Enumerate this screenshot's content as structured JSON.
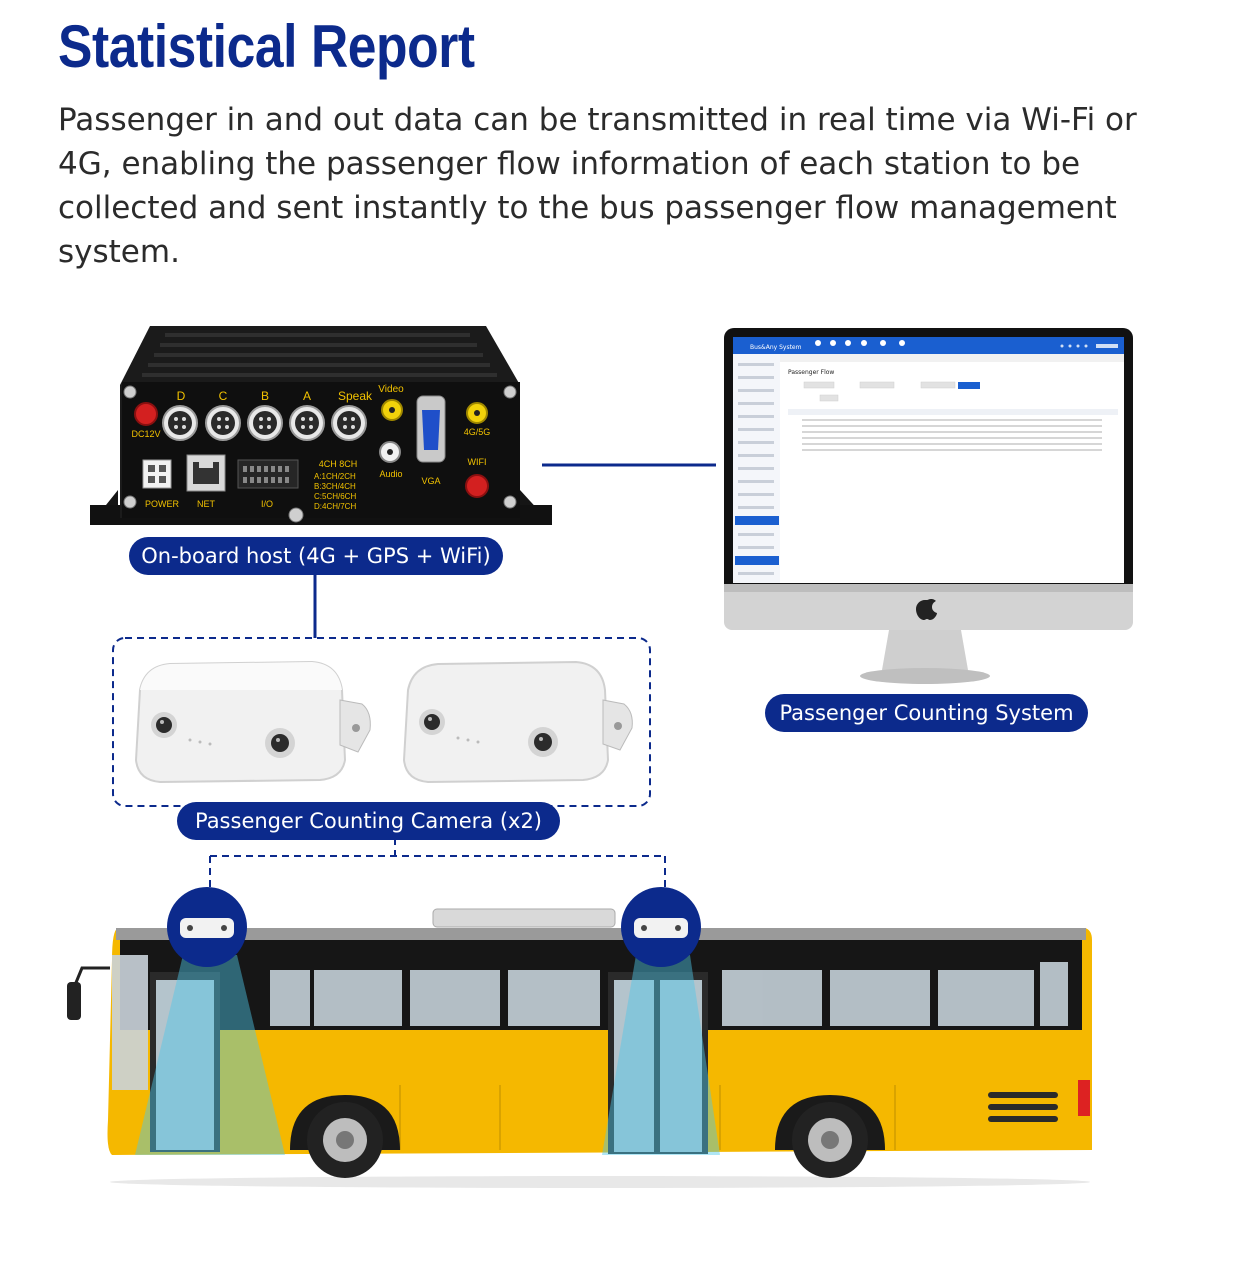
{
  "heading": {
    "title": "Statistical Report",
    "description": "Passenger in and out data can be transmitted in real time via Wi-Fi or 4G, enabling the passenger flow information of each station to be collected and sent instantly to the bus passenger flow management system."
  },
  "labels": {
    "host": "On-board host (4G + GPS + WiFi)",
    "system": "Passenger Counting System",
    "camera": "Passenger Counting Camera (x2)"
  },
  "dvr": {
    "ports_top": [
      "D",
      "C",
      "B",
      "A",
      "Speak"
    ],
    "video": "Video",
    "audio": "Audio",
    "vga": "VGA",
    "net4g": "4G/5G",
    "wifi": "WIFI",
    "dc": "DC12V",
    "power": "POWER",
    "net": "NET",
    "io": "I/O",
    "ch_title": "4CH 8CH",
    "ch_lines": [
      "A:1CH/2CH",
      "B:3CH/4CH",
      "C:5CH/6CH",
      "D:4CH/7CH"
    ]
  },
  "screen": {
    "app": "Bus&Any System",
    "page_title": "Passenger Flow"
  },
  "colors": {
    "brand": "#0c2a8c",
    "bus_yellow": "#f5b800",
    "beam": "#4ec8e8"
  }
}
